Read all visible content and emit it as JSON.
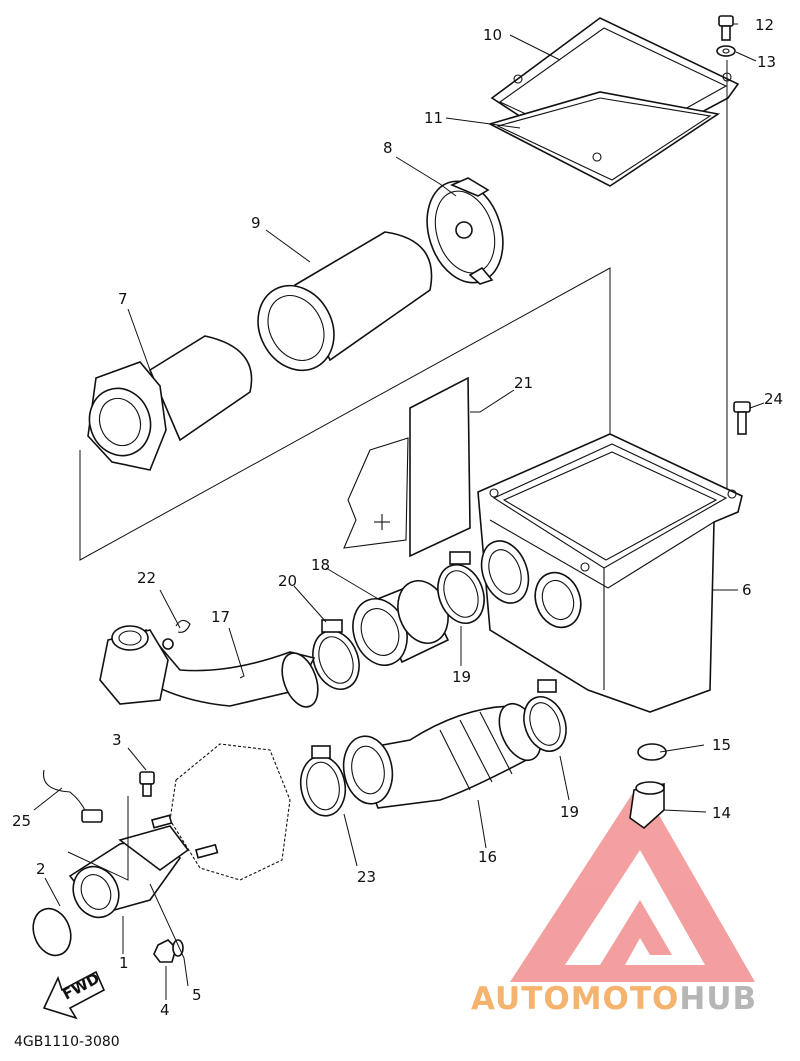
{
  "diagram": {
    "callouts": [
      {
        "key": "c1",
        "text": "1"
      },
      {
        "key": "c2",
        "text": "2"
      },
      {
        "key": "c3",
        "text": "3"
      },
      {
        "key": "c4",
        "text": "4"
      },
      {
        "key": "c5",
        "text": "5"
      },
      {
        "key": "c6",
        "text": "6"
      },
      {
        "key": "c7",
        "text": "7"
      },
      {
        "key": "c8",
        "text": "8"
      },
      {
        "key": "c9",
        "text": "9"
      },
      {
        "key": "c10",
        "text": "10"
      },
      {
        "key": "c11",
        "text": "11"
      },
      {
        "key": "c12",
        "text": "12"
      },
      {
        "key": "c13",
        "text": "13"
      },
      {
        "key": "c14",
        "text": "14"
      },
      {
        "key": "c15",
        "text": "15"
      },
      {
        "key": "c16",
        "text": "16"
      },
      {
        "key": "c17",
        "text": "17"
      },
      {
        "key": "c18",
        "text": "18"
      },
      {
        "key": "c19a",
        "text": "19"
      },
      {
        "key": "c19b",
        "text": "19"
      },
      {
        "key": "c20",
        "text": "20"
      },
      {
        "key": "c21",
        "text": "21"
      },
      {
        "key": "c22",
        "text": "22"
      },
      {
        "key": "c23",
        "text": "23"
      },
      {
        "key": "c24",
        "text": "24"
      },
      {
        "key": "c25",
        "text": "25"
      }
    ],
    "fwd_label": "FWD",
    "drawing_code": "4GB1110-3080"
  },
  "watermark": {
    "logo_part1": "AUTOMOTO",
    "logo_part2": "HUB",
    "colors": {
      "red": "#f04a4a",
      "orange": "#f5a653",
      "gray": "#a9a9a9"
    }
  }
}
